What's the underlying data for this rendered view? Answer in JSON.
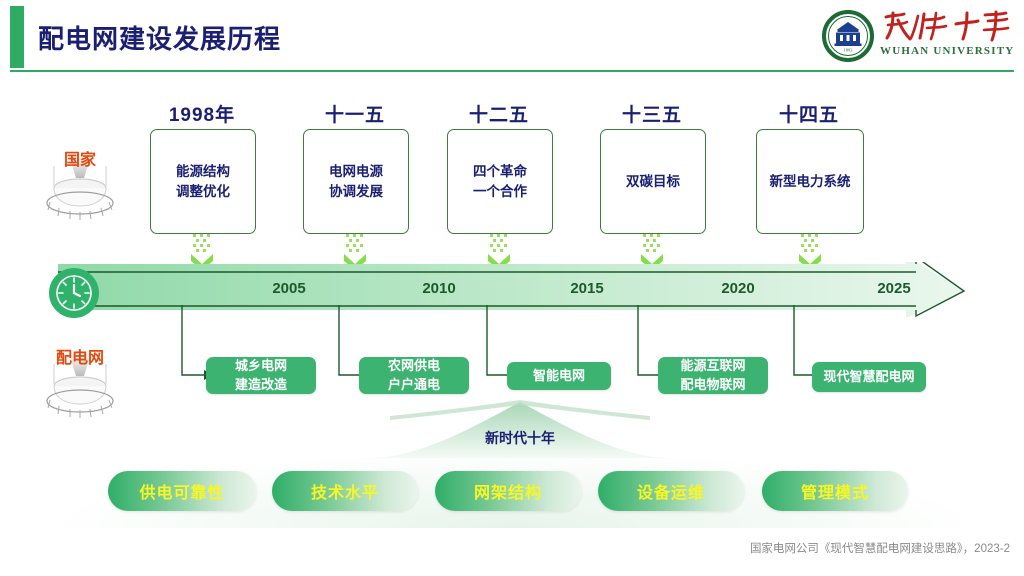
{
  "header": {
    "title": "配电网建设发展历程",
    "logo_cn": "武汉大学",
    "logo_en": "WUHAN UNIVERSITY",
    "accent_green": "#2fab63",
    "title_navy": "#1b1f72"
  },
  "stands": [
    {
      "label": "国家",
      "name": "stand-national"
    },
    {
      "label": "配电网",
      "name": "stand-distribution-grid"
    }
  ],
  "eras": [
    {
      "cap": "1998年",
      "text": "能源结构\n调整优化"
    },
    {
      "cap": "十一五",
      "text": "电网电源\n协调发展"
    },
    {
      "cap": "十二五",
      "text": "四个革命\n一个合作"
    },
    {
      "cap": "十三五",
      "text": "双碳目标"
    },
    {
      "cap": "十四五",
      "text": "新型电力系统"
    }
  ],
  "timeline": {
    "years": [
      "2005",
      "2010",
      "2015",
      "2020",
      "2025"
    ],
    "icon": "clock-icon",
    "fill_start": "#8fd9a8",
    "fill_end": "#e9f7ed",
    "stroke": "#1d5a2a"
  },
  "projects": [
    {
      "text": "城乡电网\n建造改造"
    },
    {
      "text": "农网供电\n户户通电"
    },
    {
      "text": "智能电网"
    },
    {
      "text": "能源互联网\n配电物联网"
    },
    {
      "text": "现代智慧配电网"
    }
  ],
  "mountain": {
    "label": "新时代十年"
  },
  "pills": [
    {
      "text": "供电可靠性"
    },
    {
      "text": "技术水平"
    },
    {
      "text": "网架结构"
    },
    {
      "text": "设备运维"
    },
    {
      "text": "管理模式"
    }
  ],
  "footer": {
    "text": "国家电网公司《现代智慧配电网建设思路》，2023-2"
  }
}
